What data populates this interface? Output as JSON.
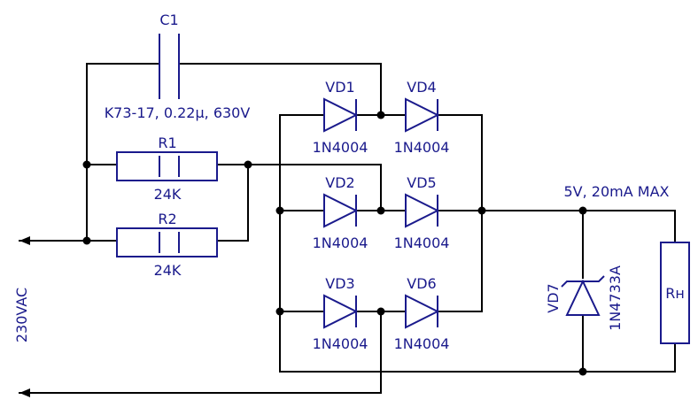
{
  "colors": {
    "component": "#1a1a8c",
    "wire": "#000000",
    "background": "#ffffff"
  },
  "capacitor": {
    "ref": "C1",
    "spec": "K73-17, 0.22µ, 630V"
  },
  "resistors": [
    {
      "ref": "R1",
      "value": "24K"
    },
    {
      "ref": "R2",
      "value": "24K"
    }
  ],
  "diodes": [
    {
      "ref": "VD1",
      "part": "1N4004"
    },
    {
      "ref": "VD2",
      "part": "1N4004"
    },
    {
      "ref": "VD3",
      "part": "1N4004"
    },
    {
      "ref": "VD4",
      "part": "1N4004"
    },
    {
      "ref": "VD5",
      "part": "1N4004"
    },
    {
      "ref": "VD6",
      "part": "1N4004"
    }
  ],
  "zener": {
    "ref": "VD7",
    "part": "1N4733A"
  },
  "load": {
    "ref": "Rн"
  },
  "output": {
    "label": "5V, 20mA MAX"
  },
  "input": {
    "label": "230VAC"
  }
}
